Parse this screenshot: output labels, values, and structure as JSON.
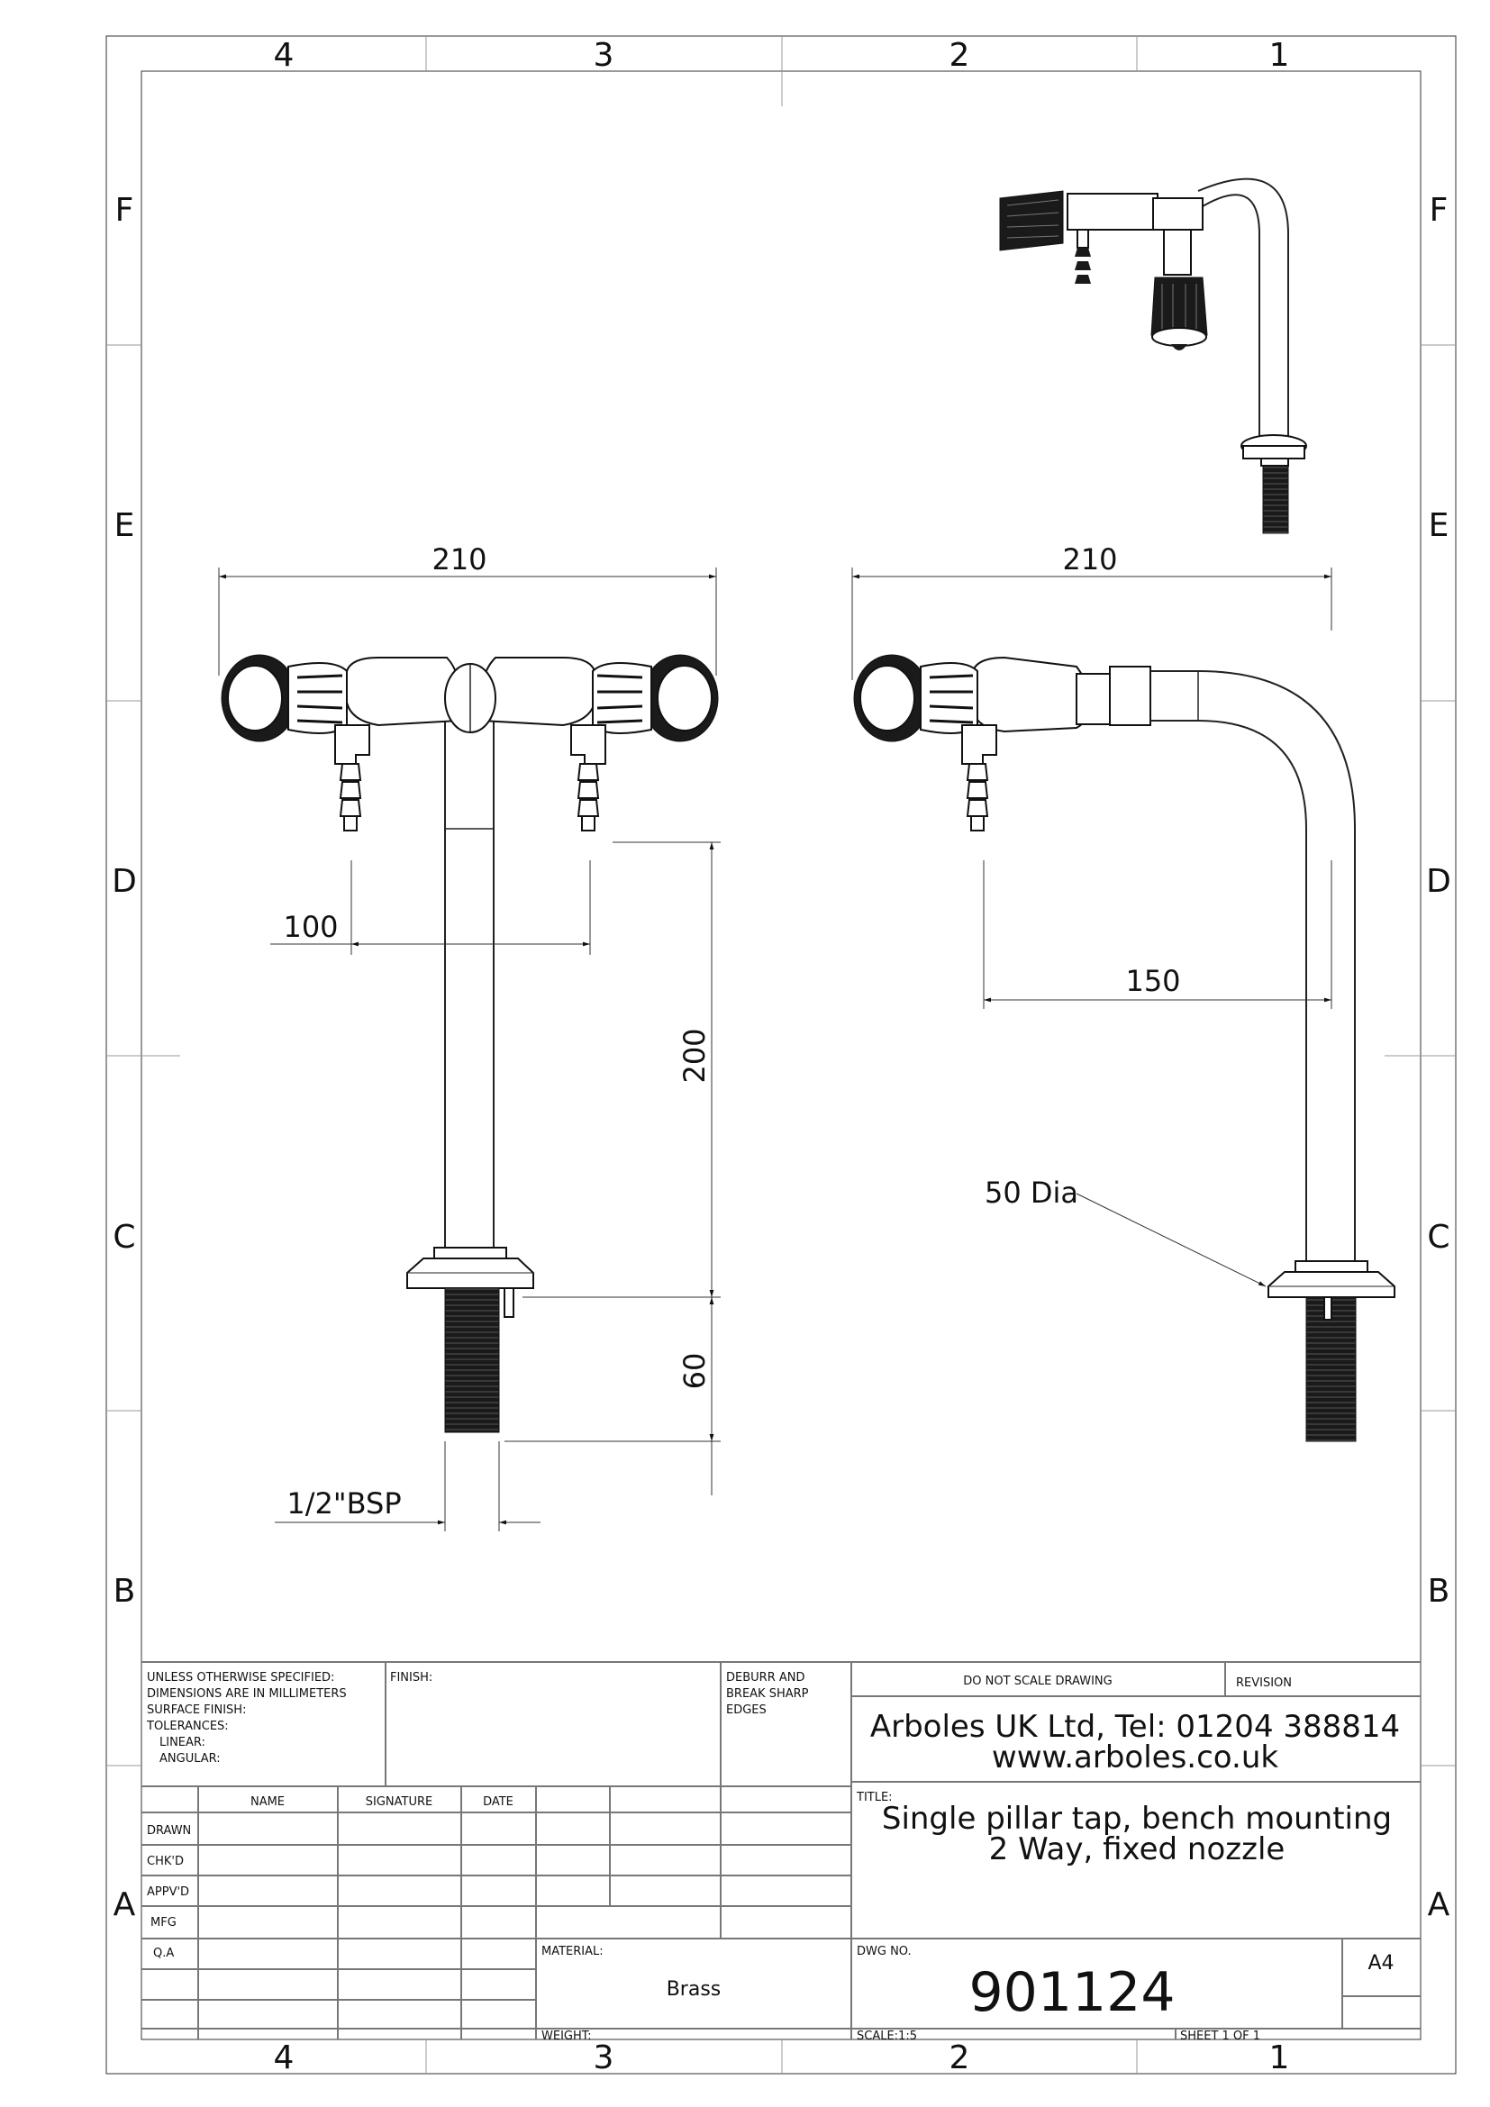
{
  "zones": {
    "columns": [
      "4",
      "3",
      "2",
      "1"
    ],
    "rows": [
      "F",
      "E",
      "D",
      "C",
      "B",
      "A"
    ]
  },
  "dimensions": {
    "front_width": "210",
    "side_width": "210",
    "nozzle_spacing": "100",
    "pillar_height": "200",
    "thread_length": "60",
    "thread_size": "1/2\"BSP",
    "side_reach": "150",
    "base_diameter": "50 Dia"
  },
  "title_block": {
    "unless_specified": [
      "UNLESS OTHERWISE SPECIFIED:",
      "DIMENSIONS ARE IN MILLIMETERS",
      "SURFACE FINISH:",
      "TOLERANCES:",
      "LINEAR:",
      "ANGULAR:"
    ],
    "finish_label": "FINISH:",
    "deburr": [
      "DEBURR AND",
      "BREAK SHARP",
      "EDGES"
    ],
    "do_not_scale": "DO NOT SCALE DRAWING",
    "revision_label": "REVISION",
    "company_line1": "Arboles UK Ltd, Tel: 01204 388814",
    "company_line2": "www.arboles.co.uk",
    "col_name": "NAME",
    "col_signature": "SIGNATURE",
    "col_date": "DATE",
    "rows": [
      "DRAWN",
      "CHK'D",
      "APPV'D",
      "MFG",
      "Q.A"
    ],
    "title_label": "TITLE:",
    "title_line1": "Single pillar tap, bench mounting",
    "title_line2": "2 Way, fixed nozzle",
    "material_label": "MATERIAL:",
    "material": "Brass",
    "weight_label": "WEIGHT:",
    "dwg_no_label": "DWG NO.",
    "dwg_no": "901124",
    "size": "A4",
    "scale": "SCALE:1:5",
    "sheet": "SHEET 1 OF 1"
  }
}
